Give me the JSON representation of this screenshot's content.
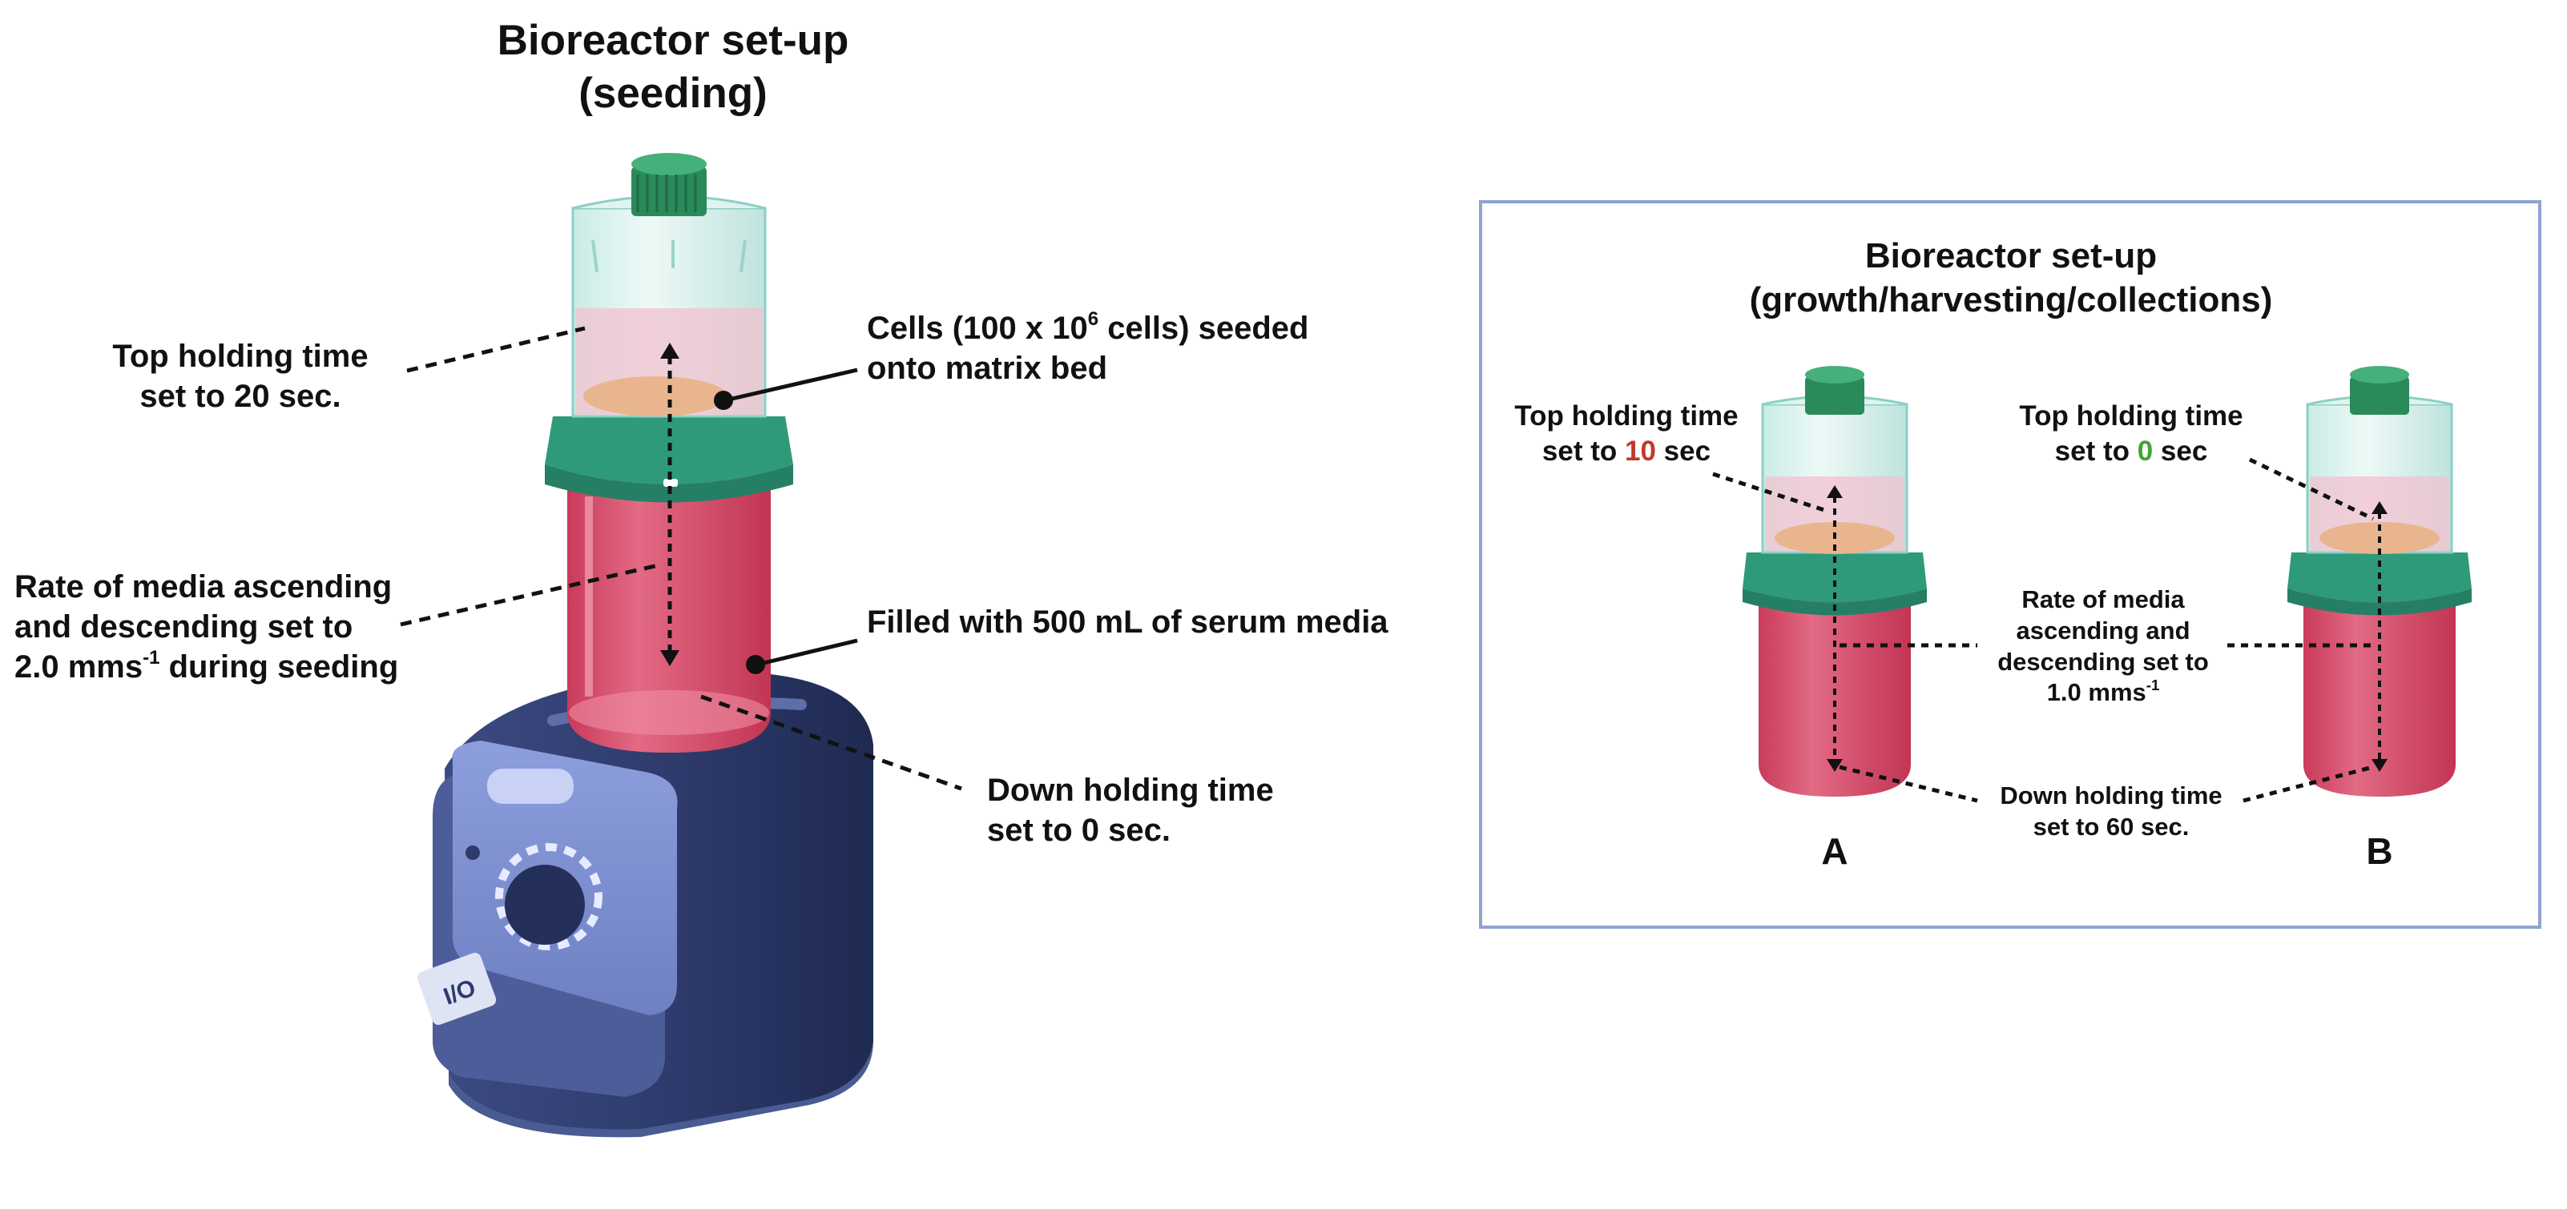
{
  "left": {
    "title_line1": "Bioreactor set-up",
    "title_line2": "(seeding)",
    "top_hold_line1": "Top holding time",
    "top_hold_line2": "set to 20 sec.",
    "rate_line1": "Rate of media ascending",
    "rate_line2": "and descending set to",
    "rate_line3_pre": "2.0 mms",
    "rate_line3_sup": "-1",
    "rate_line3_post": " during seeding",
    "cells_line1_pre": "Cells (100 x 10",
    "cells_line1_sup": "6",
    "cells_line1_post": " cells) seeded",
    "cells_line2": "onto matrix bed",
    "filled": "Filled with 500 mL of serum media",
    "down_line1": "Down holding time",
    "down_line2": "set to 0 sec."
  },
  "right": {
    "title_line1": "Bioreactor set-up",
    "title_line2": "(growth/harvesting/collections)",
    "a_top_line1": "Top holding time",
    "a_top_line2_pre": "set to ",
    "a_top_value": "10",
    "a_top_line2_post": " sec",
    "b_top_line1": "Top holding time",
    "b_top_line2_pre": "set to ",
    "b_top_value": "0",
    "b_top_line2_post": " sec",
    "rate_line1": "Rate of media",
    "rate_line2": "ascending and",
    "rate_line3": "descending set to",
    "rate_line4_pre": "1.0 mms",
    "rate_line4_sup": "-1",
    "down_line1": "Down holding time",
    "down_line2": "set to 60 sec.",
    "label_a": "A",
    "label_b": "B"
  },
  "colors": {
    "frame": "#8fa3cf",
    "media": "#d94b68",
    "collar": "#2e9a7a",
    "cap": "#2a8a5a",
    "base": "#2d3a6b",
    "panel": "#7d8fd0",
    "highlight_red": "#c0392b",
    "highlight_green": "#3fa535"
  }
}
